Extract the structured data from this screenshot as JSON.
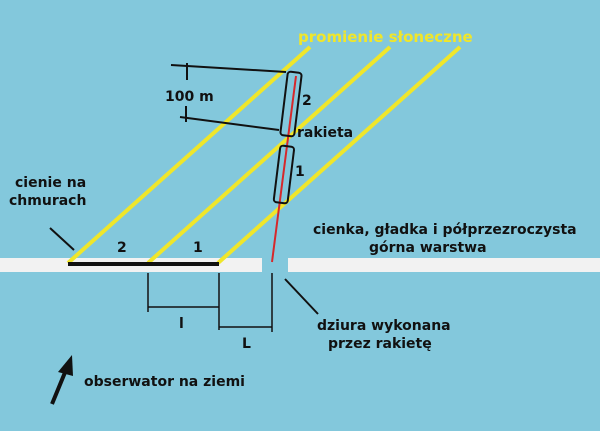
{
  "labels": {
    "sun_rays": "promienie słoneczne",
    "distance": "100 m",
    "rocket": "rakieta",
    "rocket_pos_1": "1",
    "rocket_pos_2": "2",
    "shadows_line1": "cienie na",
    "shadows_line2": "chmurach",
    "shadow_1": "1",
    "shadow_2": "2",
    "layer_line1": "cienka, gładka i półprzezroczysta",
    "layer_line2": "górna warstwa",
    "hole_line1": "dziura wykonana",
    "hole_line2": "przez rakietę",
    "dim_l": "l",
    "dim_L": "L",
    "observer": "obserwator na ziemi"
  },
  "colors": {
    "background": "#83c8dc",
    "sun_rays": "#f0e62a",
    "rocket_trail": "#d6282b",
    "layer": "#f2f2f2",
    "shadow": "#111111"
  },
  "icons": {
    "observer_arrow": "arrow-up-right-icon"
  }
}
